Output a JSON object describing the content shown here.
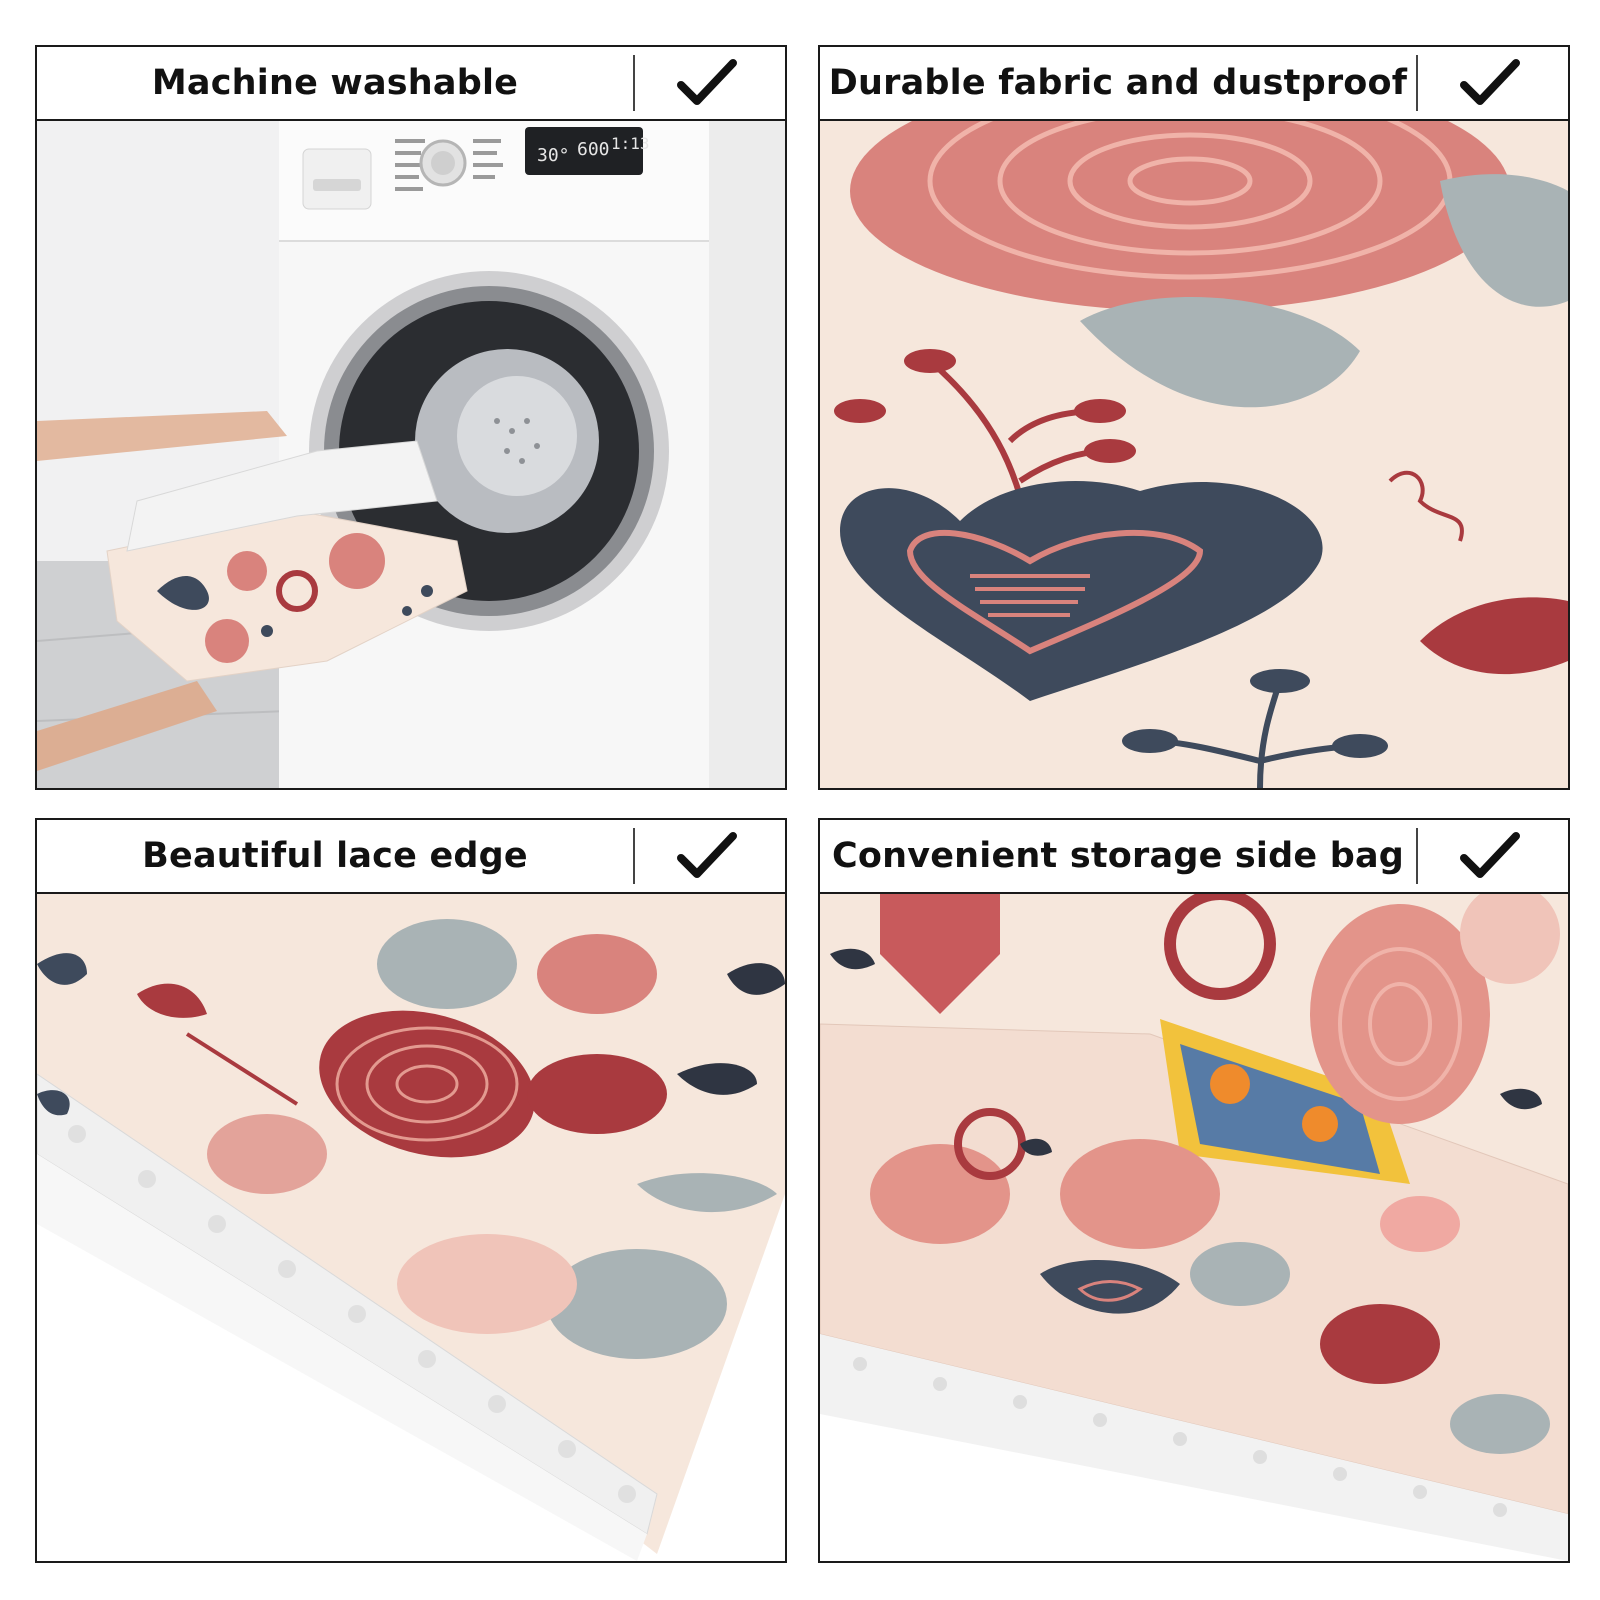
{
  "panels": [
    {
      "title": "Machine washable",
      "checked": true
    },
    {
      "title": "Durable fabric and dustproof",
      "checked": true
    },
    {
      "title": "Beautiful lace edge",
      "checked": true
    },
    {
      "title": "Convenient storage side bag",
      "checked": true
    }
  ],
  "washer_display": {
    "temp": "30°",
    "spin": "600",
    "time": "1:13"
  },
  "colors": {
    "fabric": "#f6e7dc",
    "rose_pink": "#d9837d",
    "rose_red": "#a93a3f",
    "navy": "#3e4a5c",
    "leaf_gray": "#a9b3b5",
    "lace": "#f4f4f4"
  }
}
